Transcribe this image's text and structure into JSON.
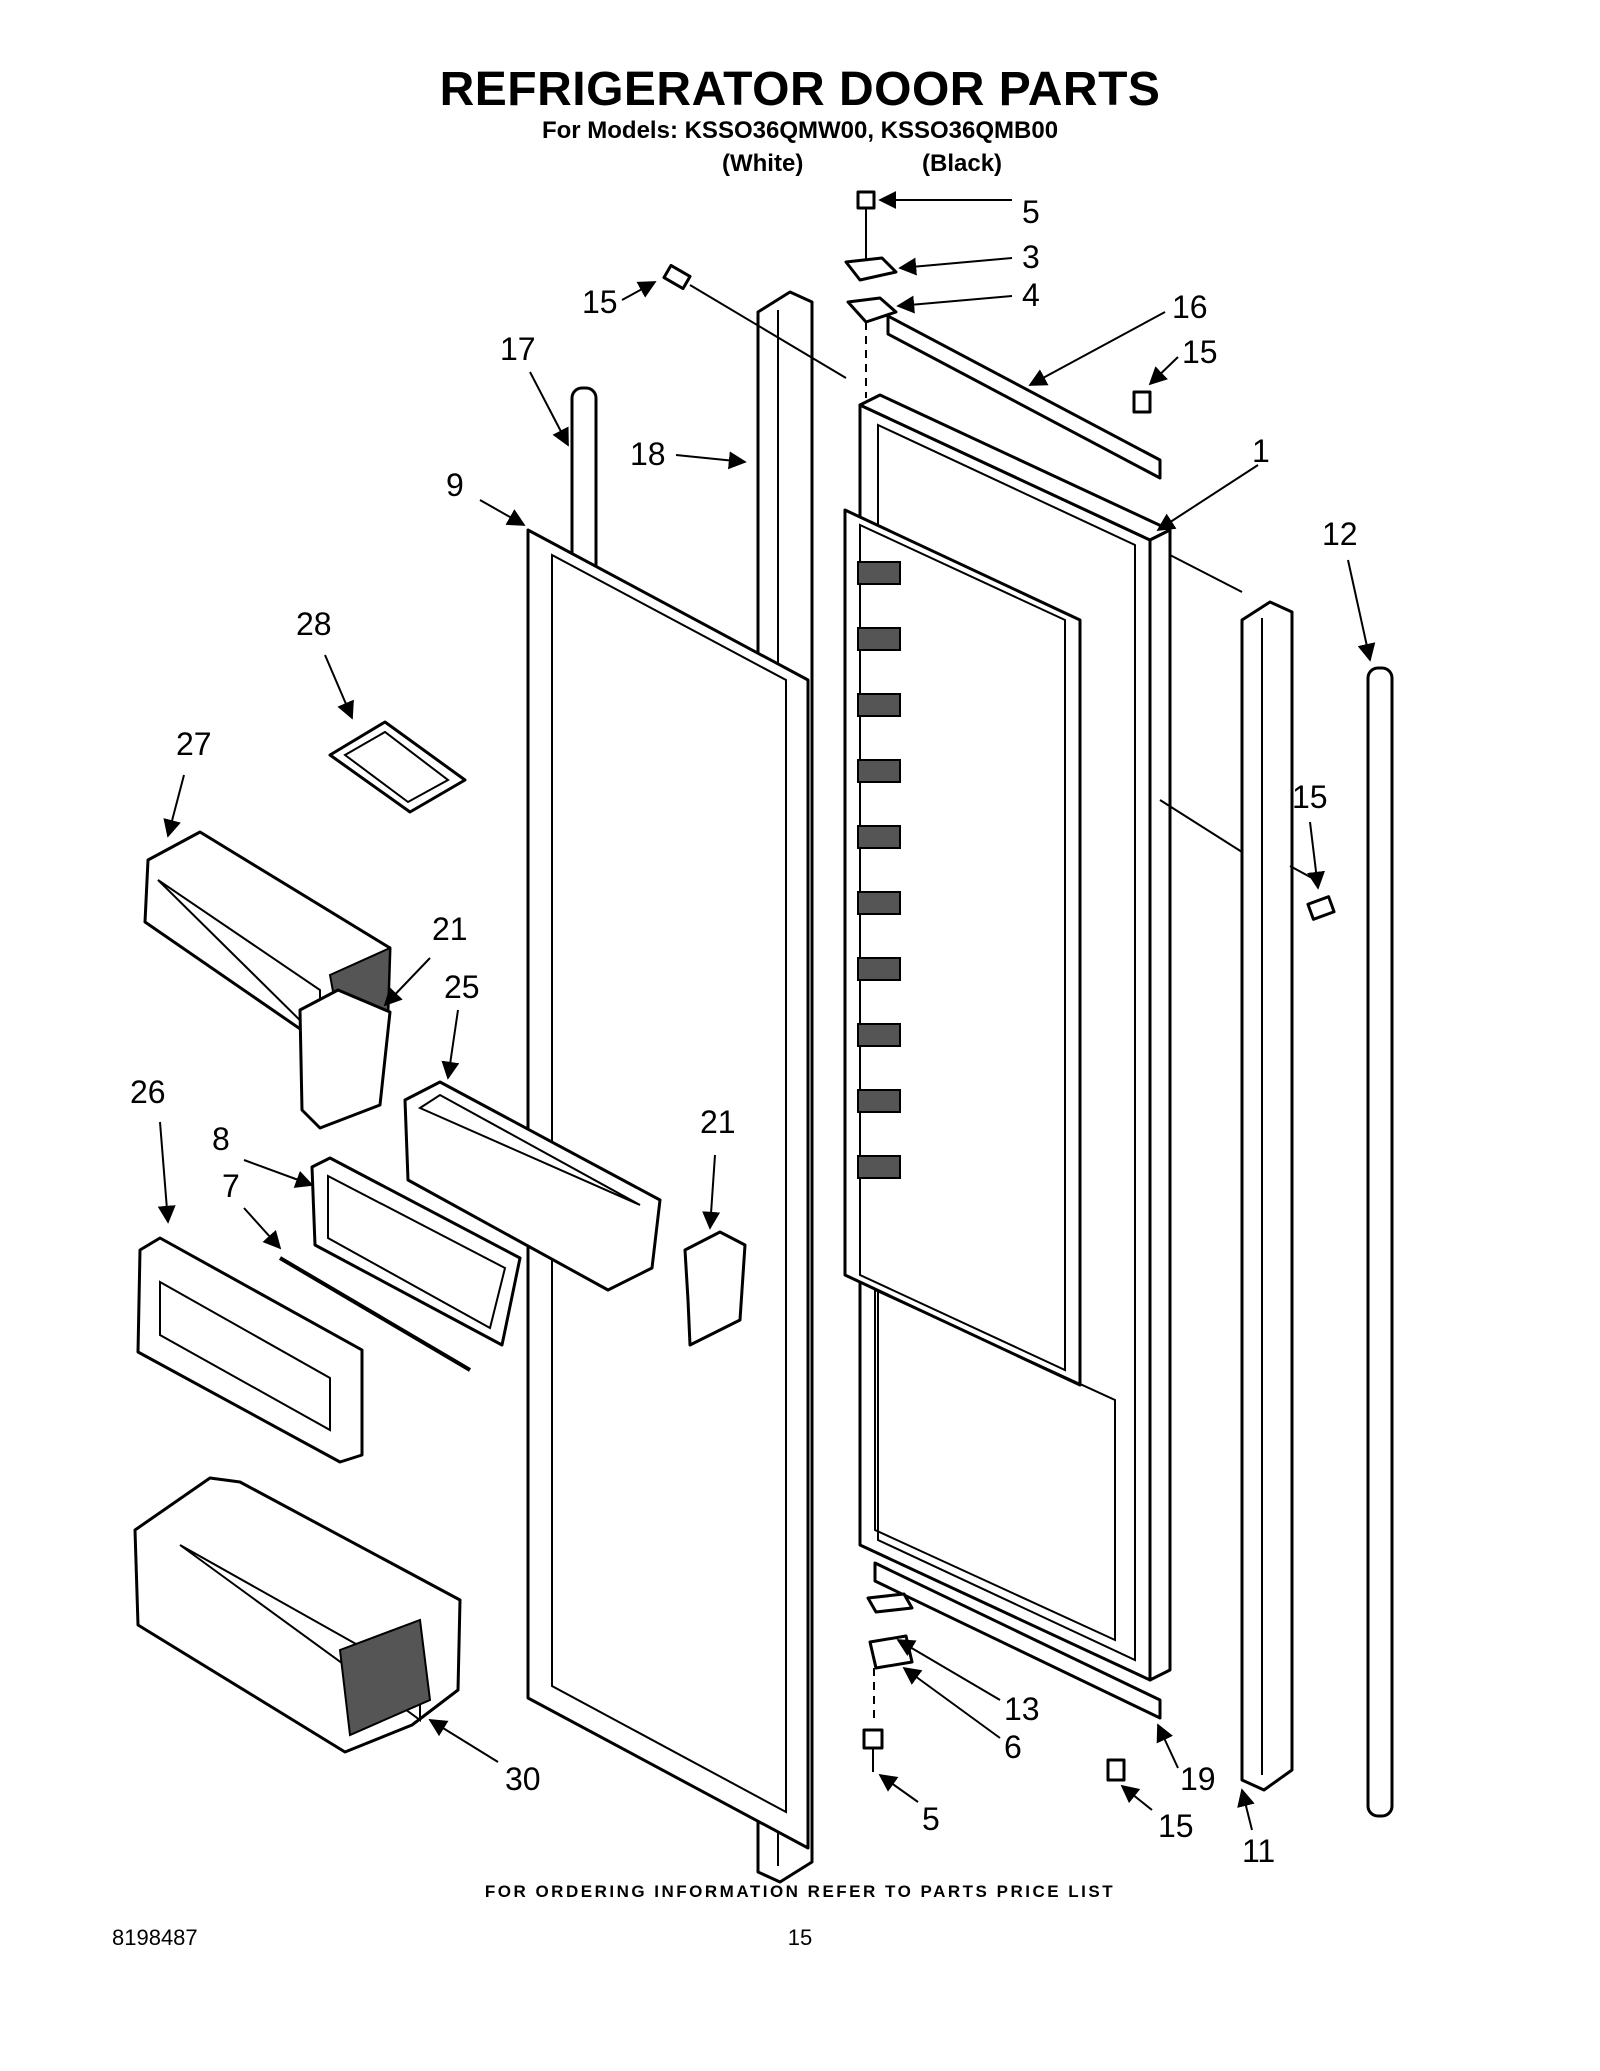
{
  "header": {
    "title": "REFRIGERATOR DOOR PARTS",
    "models_line": "For Models: KSSO36QMW00, KSSO36QMB00",
    "variant_white": "(White)",
    "variant_black": "(Black)"
  },
  "callouts": {
    "c1": "1",
    "c3": "3",
    "c4": "4",
    "c5_top": "5",
    "c5_bottom": "5",
    "c6": "6",
    "c7": "7",
    "c8": "8",
    "c9": "9",
    "c11": "11",
    "c12": "12",
    "c13": "13",
    "c15_top_left": "15",
    "c15_top_right": "15",
    "c15_right": "15",
    "c15_bottom": "15",
    "c16": "16",
    "c17": "17",
    "c18": "18",
    "c19": "19",
    "c21_upper": "21",
    "c21_lower": "21",
    "c25": "25",
    "c26": "26",
    "c27": "27",
    "c28": "28",
    "c30": "30"
  },
  "footer": {
    "ordering_note": "FOR ORDERING INFORMATION REFER TO PARTS PRICE LIST",
    "doc_number": "8198487",
    "page_number": "15"
  }
}
